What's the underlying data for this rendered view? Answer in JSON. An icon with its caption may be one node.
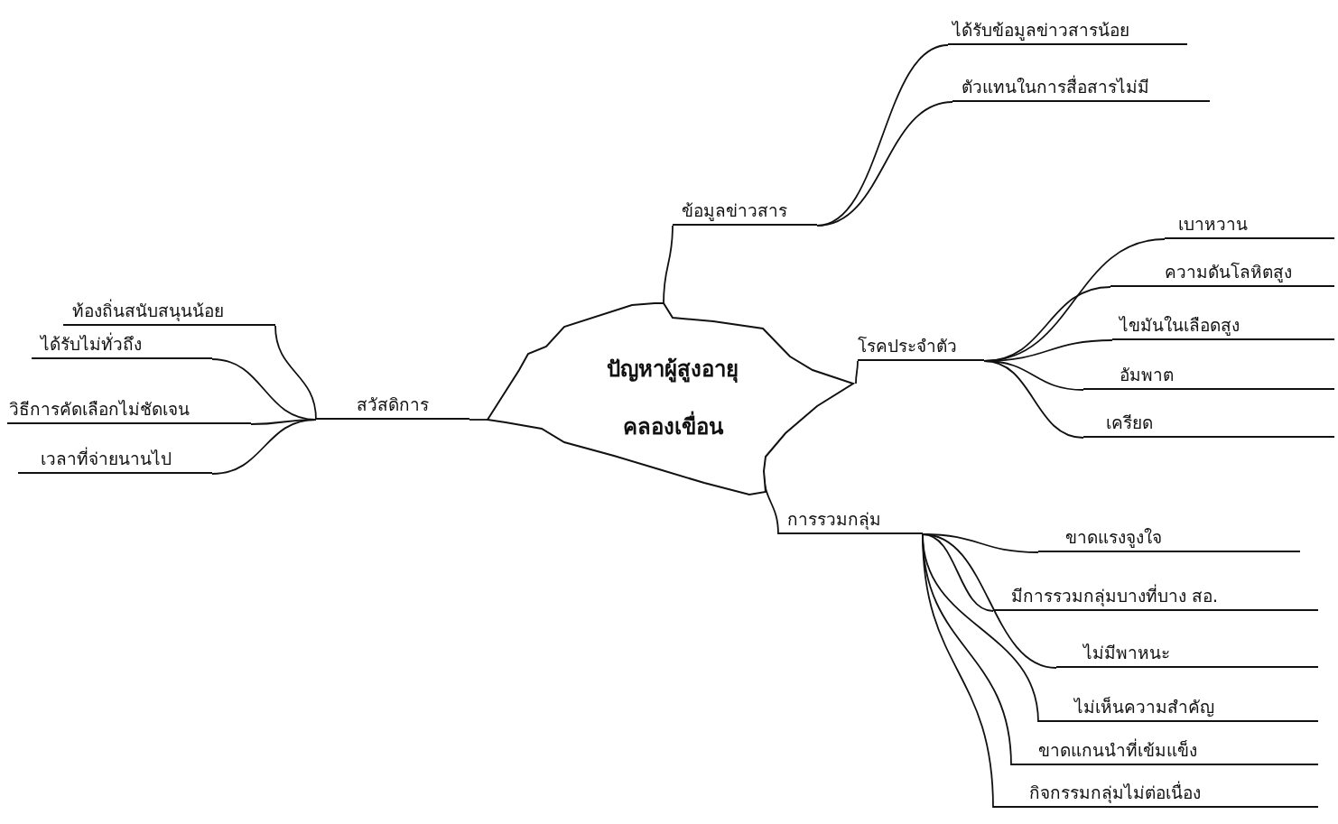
{
  "diagram": {
    "nodes": [
      {
        "text": [
          "ปัญหาผู้สูงอายุ คลองเขื่อน"
        ]
      },
      {
        "text": [
          "สวัสดิการ"
        ]
      },
      {
        "text": [
          "ท้องถิ่นสนับสนุนน้อย"
        ]
      },
      {
        "text": [
          "ได้รับไม่ทั่วถึง"
        ]
      },
      {
        "text": [
          "วิธีการคัดเลือกไม่ชัดเจน"
        ]
      },
      {
        "text": [
          "เวลาที่จ่ายนานไป"
        ]
      },
      {
        "text": [
          "ข้อมูลข่าวสาร"
        ]
      },
      {
        "text": [
          "ได้รับข้อมูลข่าวสารน้อย"
        ]
      },
      {
        "text": [
          "ตัวแทนในการสื่อสารไม่มี"
        ]
      },
      {
        "text": [
          "โรคประจำตัว"
        ]
      },
      {
        "text": [
          "เบาหวาน"
        ]
      },
      {
        "text": [
          "ความดันโลหิตสูง"
        ]
      },
      {
        "text": [
          "ไขมันในเลือดสูง"
        ]
      },
      {
        "text": [
          "อัมพาต"
        ]
      },
      {
        "text": [
          "เครียด"
        ]
      },
      {
        "text": [
          "การรวมกลุ่ม"
        ]
      },
      {
        "text": [
          "ขาดแรงจูงใจ"
        ]
      },
      {
        "text": [
          "มีการรวมกลุ่มบางที่บาง สอ."
        ]
      },
      {
        "text": [
          "ไม่มีพาหนะ"
        ]
      },
      {
        "text": [
          "ไม่เห็นความสำคัญ"
        ]
      },
      {
        "text": [
          "ขาดแกนนำที่เข้มแข็ง"
        ]
      },
      {
        "text": [
          "กิจกรรมกลุ่มไม่ต่อเนื่อง"
        ]
      }
    ],
    "edges": [
      {
        "from": 0,
        "to": 1,
        "arrow": "none"
      },
      {
        "from": 1,
        "to": 2,
        "arrow": "none"
      },
      {
        "from": 1,
        "to": 3,
        "arrow": "none"
      },
      {
        "from": 1,
        "to": 4,
        "arrow": "none"
      },
      {
        "from": 1,
        "to": 5,
        "arrow": "none"
      },
      {
        "from": 0,
        "to": 6,
        "arrow": "none"
      },
      {
        "from": 6,
        "to": 7,
        "arrow": "none"
      },
      {
        "from": 6,
        "to": 8,
        "arrow": "none"
      },
      {
        "from": 0,
        "to": 9,
        "arrow": "none"
      },
      {
        "from": 9,
        "to": 10,
        "arrow": "none"
      },
      {
        "from": 9,
        "to": 11,
        "arrow": "none"
      },
      {
        "from": 9,
        "to": 12,
        "arrow": "none"
      },
      {
        "from": 9,
        "to": 13,
        "arrow": "none"
      },
      {
        "from": 9,
        "to": 14,
        "arrow": "none"
      },
      {
        "from": 0,
        "to": 15,
        "arrow": "none"
      },
      {
        "from": 15,
        "to": 16,
        "arrow": "none"
      },
      {
        "from": 15,
        "to": 17,
        "arrow": "none"
      },
      {
        "from": 15,
        "to": 18,
        "arrow": "none"
      },
      {
        "from": 15,
        "to": 19,
        "arrow": "none"
      },
      {
        "from": 15,
        "to": 20,
        "arrow": "none"
      },
      {
        "from": 15,
        "to": 21,
        "arrow": "none"
      }
    ]
  }
}
